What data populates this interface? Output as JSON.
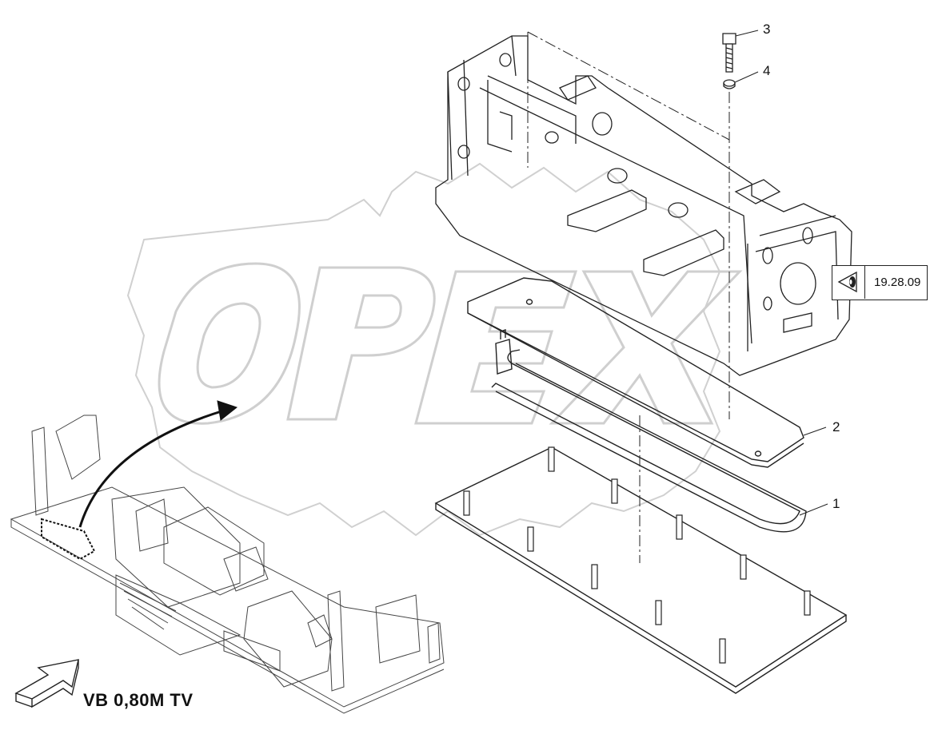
{
  "watermark": {
    "text": "OPEX",
    "color": "#d8d8d8"
  },
  "callouts": [
    {
      "id": "gasket-loop",
      "number": "1"
    },
    {
      "id": "cover-plate",
      "number": "2"
    },
    {
      "id": "bolt",
      "number": "3"
    },
    {
      "id": "washer",
      "number": "4"
    }
  ],
  "reference": {
    "page": "19.28.09",
    "icon": "view-eye-icon"
  },
  "variant": {
    "label": "VB 0,80M TV",
    "icon": "direction-arrow-icon"
  },
  "colors": {
    "line": "#222222",
    "watermark": "#d8d8d8",
    "background": "#ffffff"
  }
}
